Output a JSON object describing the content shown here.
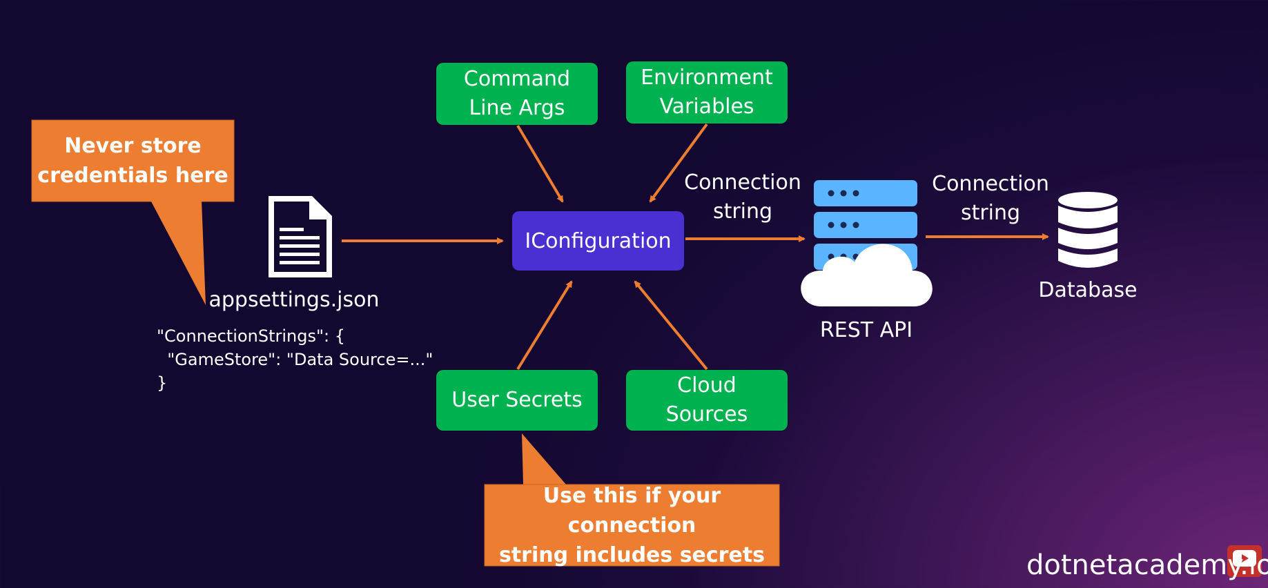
{
  "diagram": {
    "central_node": "IConfiguration",
    "sources": {
      "command_line_args": "Command\nLine Args",
      "environment_variables": "Environment\nVariables",
      "user_secrets": "User Secrets",
      "cloud_sources": "Cloud\nSources"
    },
    "appsettings": {
      "label": "appsettings.json",
      "code": "\"ConnectionStrings\": {\n  \"GameStore\": \"Data Source=...\"\n}",
      "icon": "document-icon"
    },
    "rest_api": {
      "label": "REST API",
      "icon": "server-cloud-icon"
    },
    "database": {
      "label": "Database",
      "icon": "database-icon"
    },
    "edge_labels": {
      "to_rest_api": "Connection\nstring",
      "to_database": "Connection\nstring"
    },
    "callouts": {
      "never_store": "Never store\ncredentials here",
      "use_this": "Use this if your connection\nstring includes secrets"
    }
  },
  "branding": {
    "watermark": "dotnetacademy.io",
    "youtube_icon": "youtube-subscribe-icon"
  },
  "colors": {
    "green": "#00b14f",
    "iconfiguration": "#4a2fd3",
    "callout_orange": "#ed7d31",
    "arrow_orange": "#ed7d31",
    "server_blue": "#5ab4ff"
  }
}
